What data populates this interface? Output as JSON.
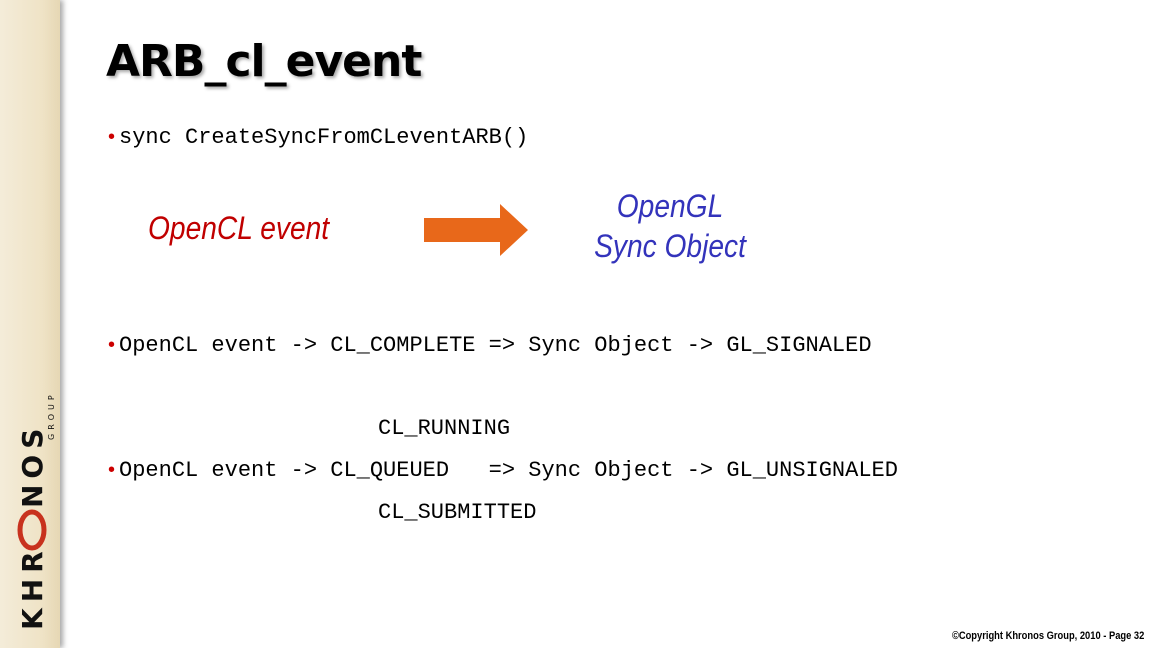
{
  "slide": {
    "title": "ARB_cl_event",
    "bullet1": "sync CreateSyncFromCLeventARB()",
    "diagram": {
      "left_label": "OpenCL event",
      "right_label_line1": "OpenGL",
      "right_label_line2": "Sync Object",
      "arrow_color": "#e8681a"
    },
    "bullet2": "OpenCL event -> CL_COMPLETE => Sync Object -> GL_SIGNALED",
    "bullet3_above": "CL_RUNNING",
    "bullet3": "OpenCL event -> CL_QUEUED   => Sync Object -> GL_UNSIGNALED",
    "bullet3_below": "CL_SUBMITTED",
    "bullet_glyph": "•"
  },
  "sidebar": {
    "logo_text": "KHRONOS",
    "logo_sub": "GROUP"
  },
  "footer": {
    "copyright": "©Copyright Khronos Group, 2010 - Page 32"
  }
}
